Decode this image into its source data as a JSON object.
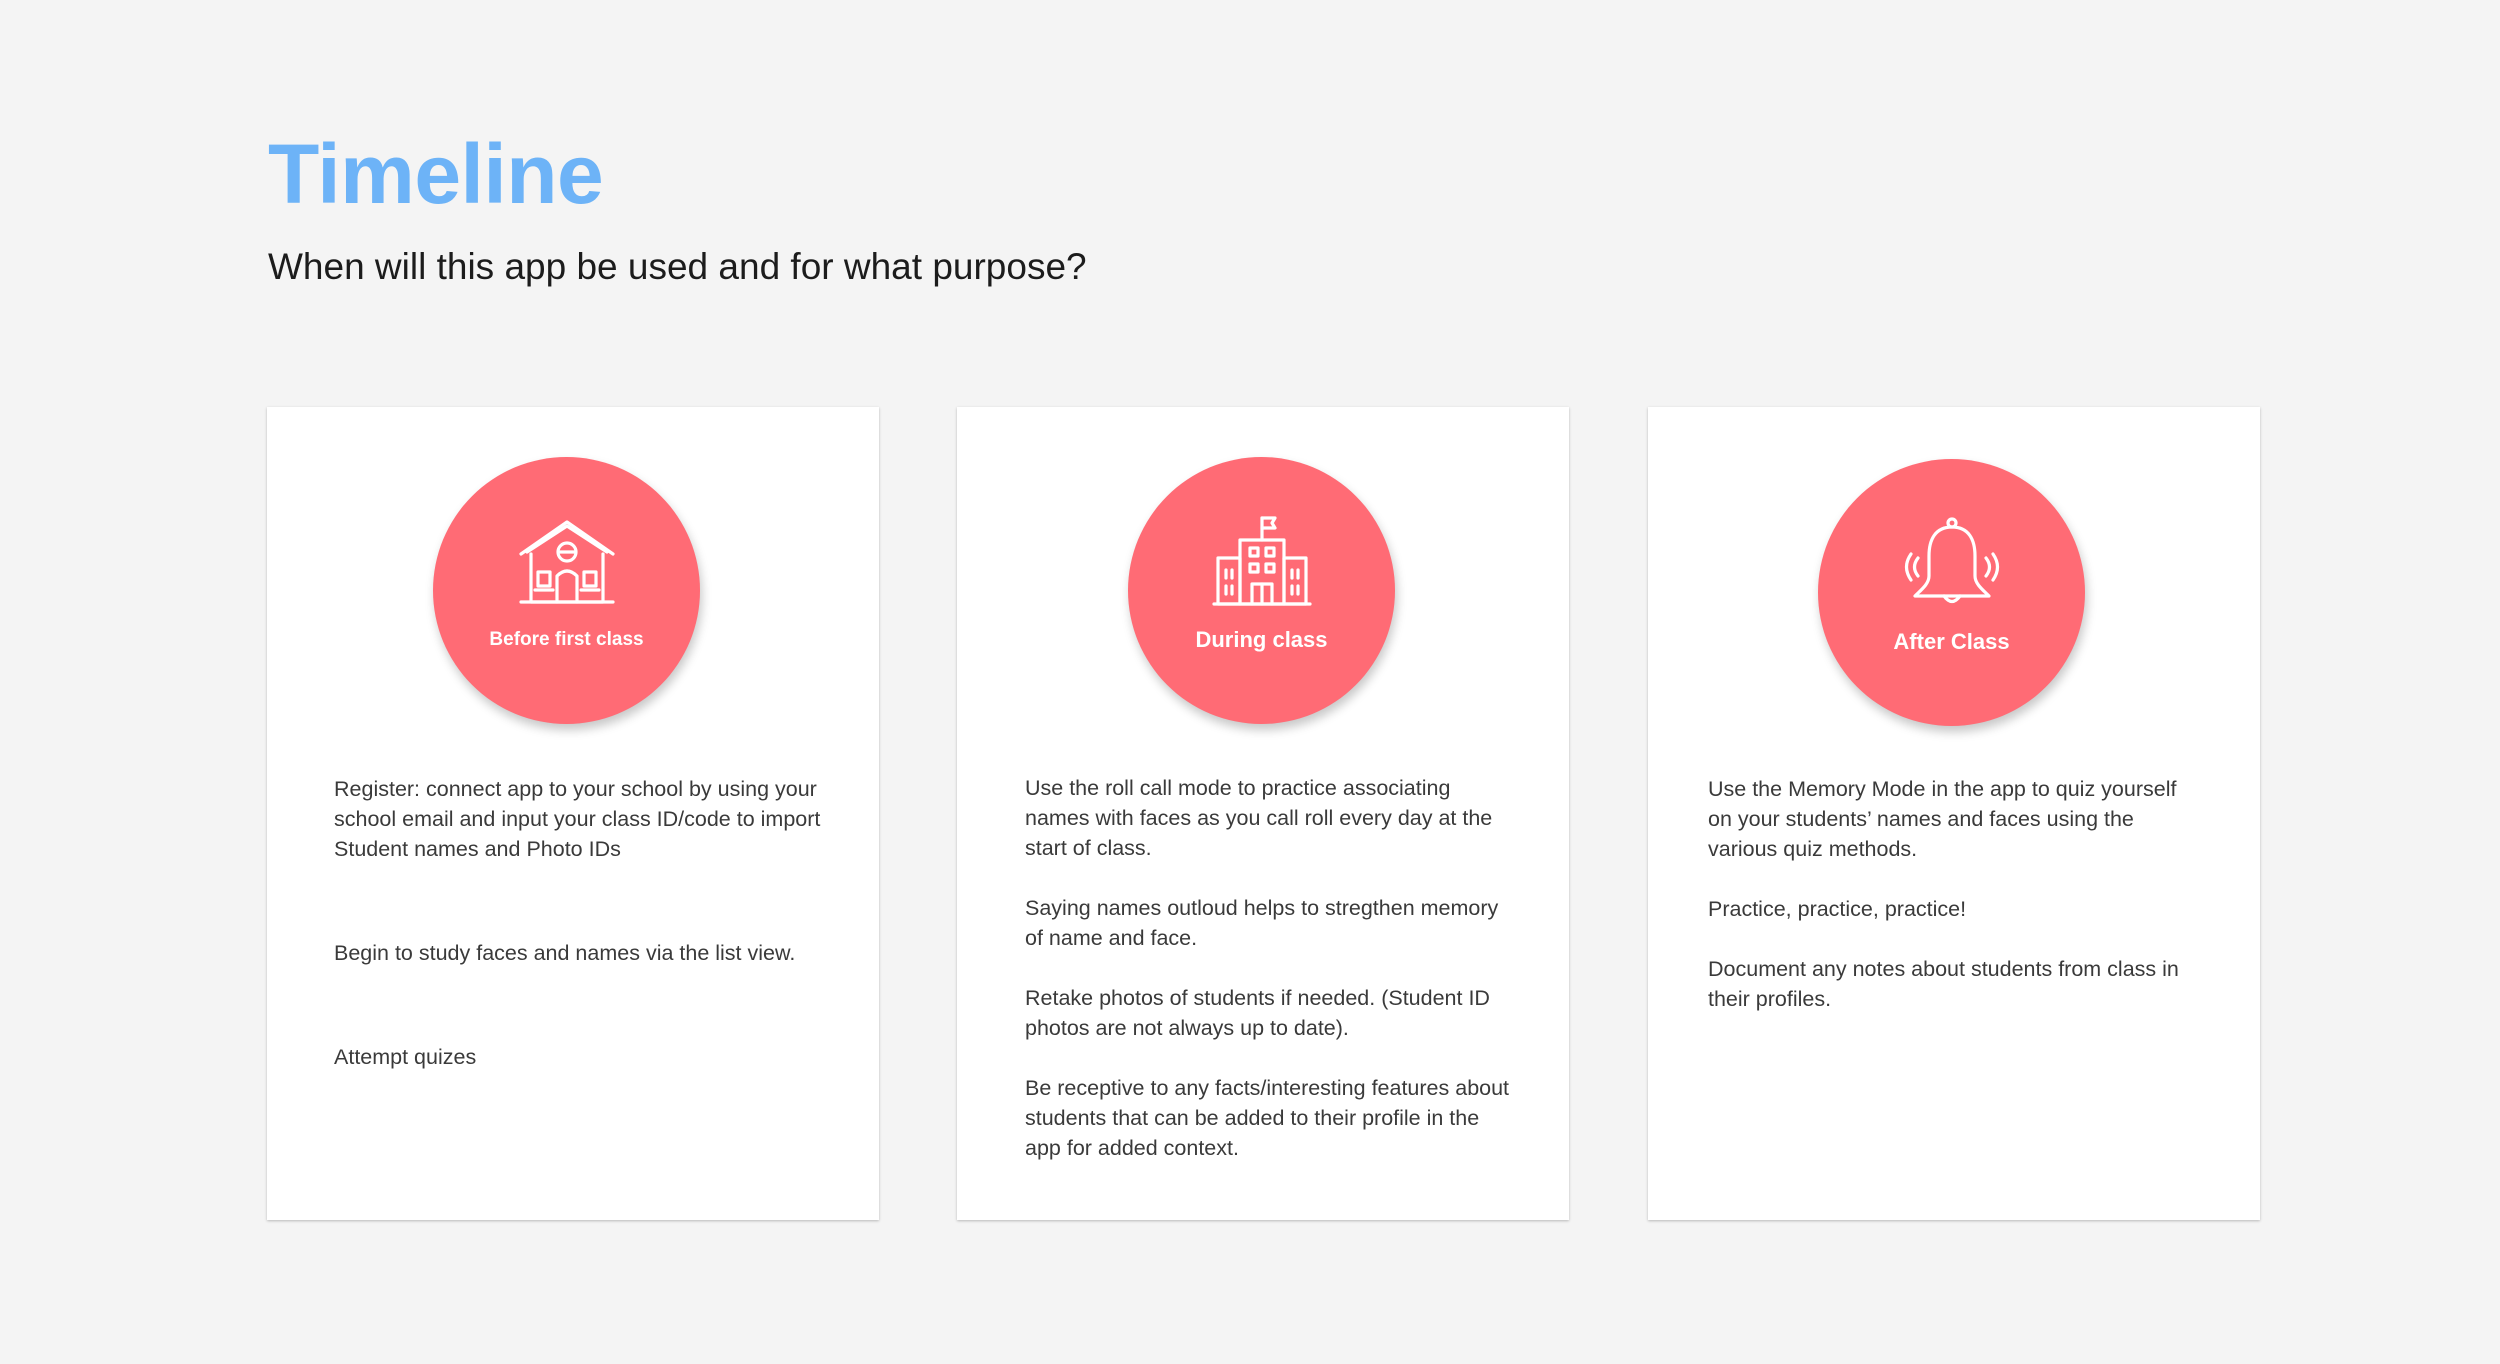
{
  "header": {
    "title": "Timeline",
    "subtitle": "When will this app be used and for what purpose?"
  },
  "colors": {
    "title": "#6db3f7",
    "circle": "#ff6b75",
    "background": "#f4f4f4"
  },
  "cards": [
    {
      "icon": "house-icon",
      "label": "Before first class",
      "paragraphs": [
        "Register: connect app to your school by using your school email and input your class ID/code to import Student names and Photo IDs",
        "Begin to study faces and names via the list view.",
        "Attempt quizes"
      ]
    },
    {
      "icon": "school-building-icon",
      "label": "During class",
      "paragraphs": [
        "Use the roll call mode to practice associating names with faces as you call roll every day at the start of class.",
        "Saying names outloud helps to stregthen memory of name and face.",
        "Retake photos of students if needed. (Student ID photos are not always up to date).",
        "Be receptive to any facts/interesting features about students that can be added to their profile in the app for added context."
      ]
    },
    {
      "icon": "ringing-bell-icon",
      "label": "After Class",
      "paragraphs": [
        "Use the Memory Mode in the app to quiz yourself on your students’ names and faces using the various quiz methods.",
        "Practice, practice, practice!",
        "Document any notes about students from class in their profiles."
      ]
    }
  ]
}
